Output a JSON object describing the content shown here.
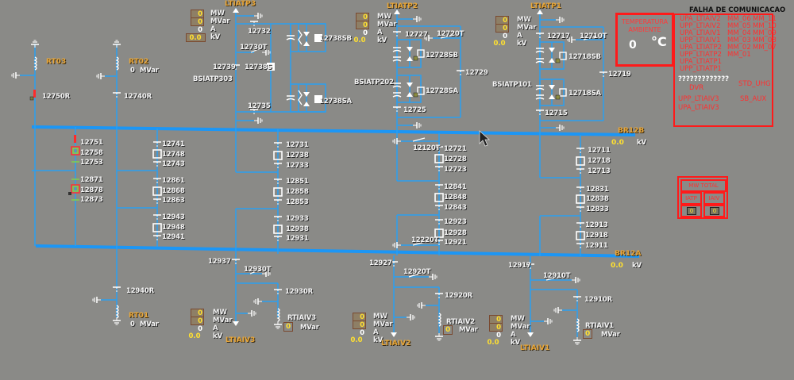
{
  "feeders_top": [
    {
      "name": "LTIATP3",
      "mw": "0",
      "mvar": "0",
      "a": "0",
      "kv": "0.0",
      "mw_unit": "MW",
      "mvar_unit": "MVar",
      "a_unit": "A",
      "kv_unit": "kV"
    },
    {
      "name": "LTIATP2",
      "mw": "0",
      "mvar": "0",
      "a": "0",
      "kv": "0.0",
      "mw_unit": "MW",
      "mvar_unit": "MVar",
      "a_unit": "A",
      "kv_unit": "kV"
    },
    {
      "name": "LTIATP1",
      "mw": "0",
      "mvar": "0",
      "a": "0",
      "kv": "0.0",
      "mw_unit": "MW",
      "mvar_unit": "MVar",
      "a_unit": "A",
      "kv_unit": "kV"
    }
  ],
  "feeders_bottom": [
    {
      "name": "LTIAIV3",
      "mw": "0",
      "mvar": "0",
      "a": "0",
      "kv": "0.0",
      "mw_unit": "MW",
      "mvar_unit": "MVar",
      "a_unit": "A",
      "kv_unit": "kV"
    },
    {
      "name": "LTIAIV2",
      "mw": "0",
      "mvar": "0",
      "a": "0",
      "kv": "0.0",
      "mw_unit": "MW",
      "mvar_unit": "MVar",
      "a_unit": "A",
      "kv_unit": "kV"
    },
    {
      "name": "LTIAIV1",
      "mw": "0",
      "mvar": "0",
      "a": "0",
      "kv": "0.0",
      "mw_unit": "MW",
      "mvar_unit": "MVar",
      "a_unit": "A",
      "kv_unit": "kV"
    }
  ],
  "reactors": {
    "RT03": {
      "name": "RT03"
    },
    "RT02": {
      "name": "RT02",
      "value": "0",
      "unit": "MVar"
    },
    "RT01": {
      "name": "RT01",
      "value": "0",
      "unit": "MVar"
    },
    "RTIAIV3": {
      "name": "RTIAIV3",
      "value": "0",
      "unit": "MVar"
    },
    "RTIAIV2": {
      "name": "RTIAIV2",
      "value": "0",
      "unit": "MVar"
    },
    "RTIAIV1": {
      "name": "RTIAIV1",
      "value": "0",
      "unit": "MVar"
    }
  },
  "capacitor_banks": [
    "BSIATP303",
    "BSIATP202",
    "BSIATP101"
  ],
  "buses": {
    "BR12B": {
      "name": "BR12B",
      "kv": "0.0",
      "unit": "kV"
    },
    "BR12A": {
      "name": "BR12A",
      "kv": "0.0",
      "unit": "kV"
    }
  },
  "devices": {
    "d12732": "12732",
    "d12730T": "12730T",
    "d12739": "12739",
    "d12738S": "12738S",
    "d12735": "12735",
    "d12738SB": "12738SB",
    "d12738SA": "12738SA",
    "d12727": "12727",
    "d12720T": "12720T",
    "d12728SB": "12728SB",
    "d12728SA": "12728SA",
    "d12729": "12729",
    "d12725": "12725",
    "d12717": "12717",
    "d12710T": "12710T",
    "d12718SB": "12718SB",
    "d12718SA": "12718SA",
    "d12719": "12719",
    "d12715": "12715",
    "d12750R": "12750R",
    "d12740R": "12740R",
    "d12751": "12751",
    "d12758": "12758",
    "d12753": "12753",
    "d12871": "12871",
    "d12878": "12878",
    "d12873": "12873",
    "d12741": "12741",
    "d12748": "12748",
    "d12743": "12743",
    "d12861": "12861",
    "d12868": "12868",
    "d12863": "12863",
    "d12943": "12943",
    "d12948": "12948",
    "d12941": "12941",
    "d12731": "12731",
    "d12738": "12738",
    "d12733": "12733",
    "d12851": "12851",
    "d12858": "12858",
    "d12853": "12853",
    "d12933": "12933",
    "d12938": "12938",
    "d12931": "12931",
    "d12120T": "12120T",
    "d12721": "12721",
    "d12728": "12728",
    "d12723": "12723",
    "d12841": "12841",
    "d12848": "12848",
    "d12843": "12843",
    "d12923": "12923",
    "d12928": "12928",
    "d12921": "12921",
    "d12220T": "12220T",
    "d12711": "12711",
    "d12718": "12718",
    "d12713": "12713",
    "d12831": "12831",
    "d12838": "12838",
    "d12833": "12833",
    "d12913": "12913",
    "d12918": "12918",
    "d12911": "12911",
    "d12937": "12937",
    "d12930T": "12930T",
    "d12930R": "12930R",
    "d12940R": "12940R",
    "d12927": "12927",
    "d12920T": "12920T",
    "d12920R": "12920R",
    "d12917": "12917",
    "d12910T": "12910T",
    "d12910R": "12910R"
  },
  "temperature": {
    "title_line1": "TEMPERATURA",
    "title_line2": "AMBIENTE",
    "value": "0",
    "unit": "°C"
  },
  "communication_failure": {
    "title": "FALHA DE COMUNICACAO",
    "col1": [
      "UPA_LTIAIV2",
      "UPP_LTIAIV2",
      "UPA_LTIAIV1",
      "UPP_LTIAIV1",
      "UPA_LTIATP2",
      "UPP_LTIATP2",
      "UPA_LTIATP1",
      "UPP_LTIATP1"
    ],
    "col2": [
      "MM_06",
      "MM_05",
      "MM_04",
      "MM_03",
      "MM_02",
      "MM_01"
    ],
    "col3": [
      "MM_11",
      "MM_10",
      "MM_09",
      "MM_08",
      "MM_07"
    ],
    "unknown": "?????????????",
    "dvr": "DVR",
    "std_uhg": "STD_UHG",
    "upp_ltiaiv3": "UPP_LTIAIV3",
    "sb_aux": "SB_AUX",
    "upa_ltiaiv3": "UPA_LTIAIV3"
  },
  "mw_total": {
    "title": "MW TOTAL",
    "iatp_label": "IATP",
    "iatp_value": "0",
    "iaiv_label": "IAIV",
    "iaiv_value": "0"
  },
  "colors": {
    "background": "#8a8a87",
    "line": "#2a9ff0",
    "bus": "#1c96f5",
    "alarm": "#ff1a1a",
    "value": "#ffe030",
    "tag": "#e8a73a"
  }
}
